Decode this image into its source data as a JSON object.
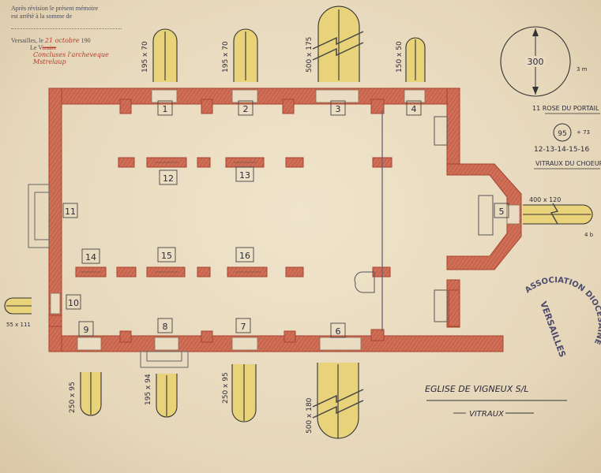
{
  "header": {
    "line1": "Après révision le présent mémoire",
    "line2": "est arrêté à la somme de",
    "place": "Versailles, le",
    "date_handwritten": "21 octobre",
    "year": "190",
    "le_prefix": "Le V",
    "le_handwritten": "icaire",
    "signature1": "Concluses l'archeveque",
    "signature2": "Mstrelaup"
  },
  "title": {
    "main": "EGLISE DE VIGNEUX S/L",
    "sub": "VITRAUX"
  },
  "stamp": {
    "line1": "ASSOCIATION DIOCÉSAINE",
    "line2": "VERSAILLES"
  },
  "legend": {
    "rose_diameter": "300",
    "portal_label": "11  ROSE DU PORTAIL",
    "small_rose_diameter": "95",
    "choir_numbers": "12-13-14-15-16",
    "choir_label": "VITRAUX DU CHOEUR",
    "rose_note": "3 m",
    "small_note": "+ 73"
  },
  "window_numbers": [
    "1",
    "2",
    "3",
    "4",
    "5",
    "6",
    "7",
    "8",
    "9",
    "10",
    "11",
    "12",
    "13",
    "14",
    "15",
    "16"
  ],
  "dimensions": {
    "w1": "195 x 70",
    "w2": "195 x 70",
    "w3": "500 x 175",
    "w4": "150 x 50",
    "w5": "400 x 120",
    "w6": "500 x 180",
    "w7": "250 x 95",
    "w8": "195 x 94",
    "w9": "250 x 95",
    "w10": "55 x 111",
    "w5_note": "4 b"
  },
  "colors": {
    "wall": "#cf6f58",
    "wall_edge": "#a8432f",
    "glass": "#e8d27a",
    "ink": "#2b2a3a",
    "stamp": "#4d4b6c"
  }
}
